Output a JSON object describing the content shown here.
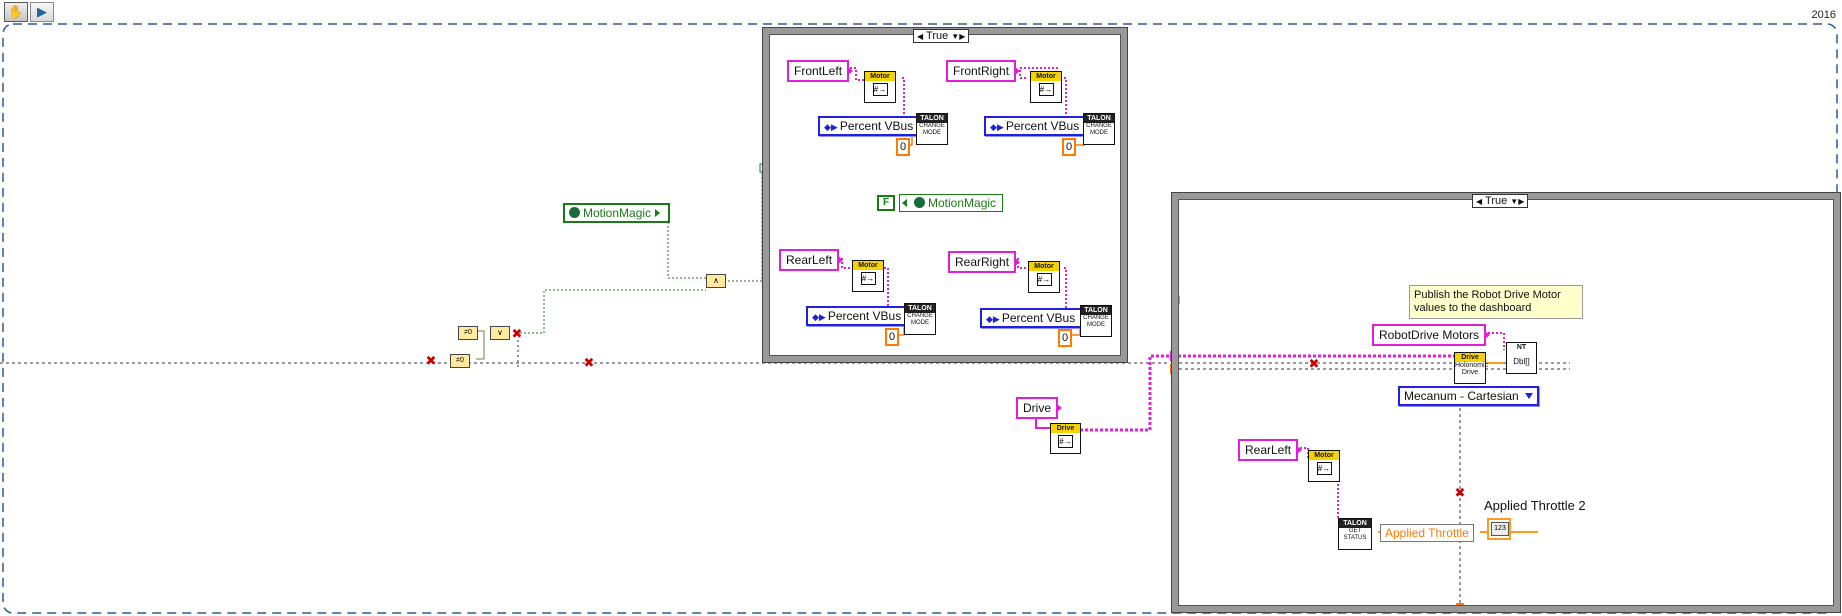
{
  "toolbar": {
    "tools": [
      {
        "name": "operate-tool-icon",
        "glyph": "✋"
      },
      {
        "name": "run-arrow-icon",
        "glyph": "⇨"
      },
      {
        "name": "labview-logo-icon",
        "glyph": "▶"
      }
    ]
  },
  "corner_label": "2016",
  "top_case": {
    "selector": "True",
    "left_front": "FrontLeft",
    "right_front": "FrontRight",
    "left_rear": "RearLeft",
    "right_rear": "RearRight",
    "motor_vi": "Motor",
    "talon_vi": "TALON",
    "change_mode": "CHANGE MODE",
    "mode_ring": "Percent VBus",
    "zero": "0",
    "false_const": "F",
    "motion_magic_write": "MotionMagic"
  },
  "motion_magic_read": "MotionMagic",
  "and_gate": "∧",
  "drive_ref": "Drive",
  "drive_vi": "Drive",
  "bottom_case": {
    "selector": "True",
    "comment": "Publish the Robot Drive Motor values to the dashboard",
    "robot_drive_motors": "RobotDrive Motors",
    "holonomic_vi_hdr": "Drive",
    "holonomic_vi_body": "Holonomic Drive",
    "nt_hdr": "NT",
    "nt_body": "Dbl[]",
    "mecanum_ring": "Mecanum - Cartesian",
    "rear_left": "RearLeft",
    "motor_vi": "Motor",
    "talon_vi": "TALON",
    "get_status": "GET STATUS",
    "applied_throttle": "Applied Throttle",
    "indicator_label": "Applied Throttle 2",
    "indicator_value": "123"
  }
}
